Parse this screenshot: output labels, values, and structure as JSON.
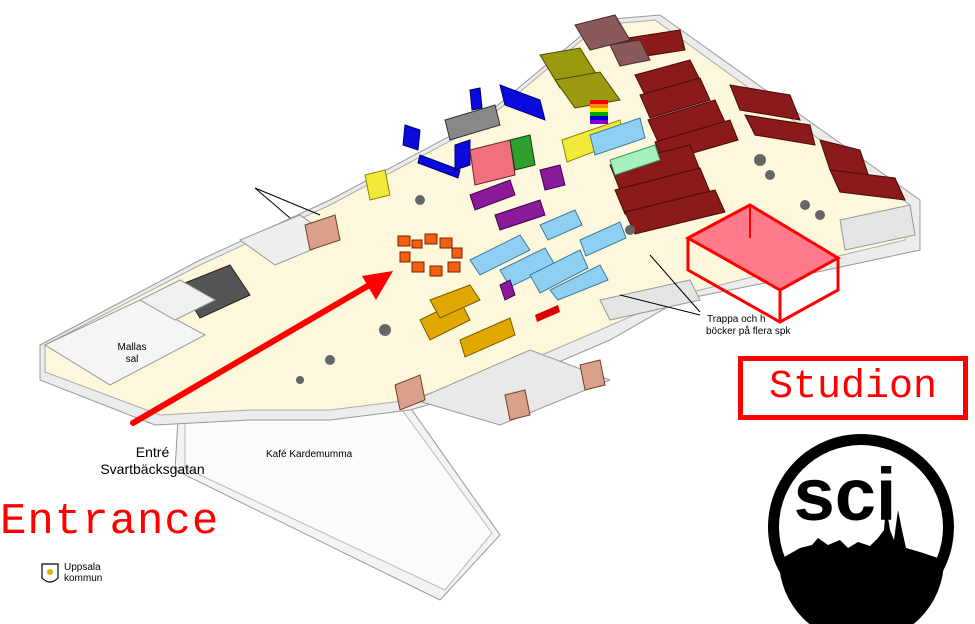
{
  "labels": {
    "mallas_line1": "Mallas",
    "mallas_line2": "sal",
    "kafe": "Kafé Kardemumma",
    "entre_line1": "Entré",
    "entre_line2": "Svartbäcksgatan",
    "trappa_line1": "Trappa och h",
    "trappa_line2": "böcker på flera sp",
    "trappa_line2_end": "k"
  },
  "annotations": {
    "entrance": "Entrance",
    "studion": "Studion"
  },
  "logo": {
    "sci_text": "sci",
    "kommun_line1": "Uppsala",
    "kommun_line2": "kommun"
  },
  "colors": {
    "highlight": "#ff0000",
    "floor": "#fdf8dc",
    "wall": "#e6e6e6"
  }
}
